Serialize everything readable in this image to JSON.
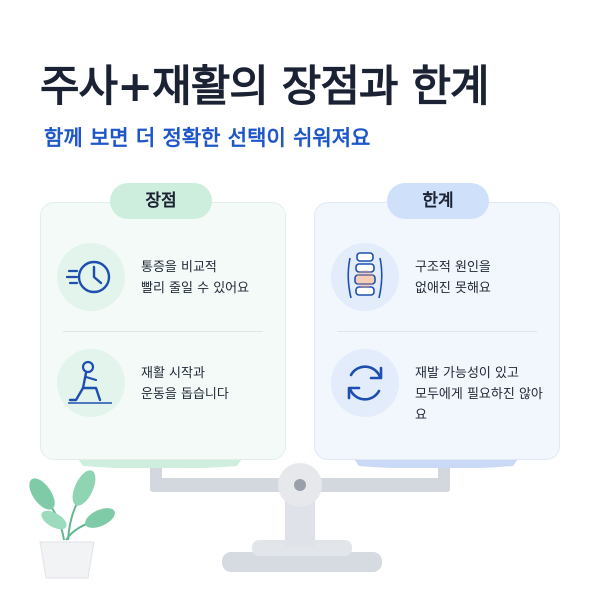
{
  "title": "주사+재활의 장점과 한계",
  "subtitle": "함께 보면 더 정확한 선택이 쉬워져요",
  "colors": {
    "accent_blue": "#1f57c9",
    "pros_green": "#cdeedd",
    "cons_blue": "#cfe0fb",
    "scale_gray": "#d9dde4"
  },
  "pros": {
    "heading": "장점",
    "items": [
      {
        "icon": "clock-icon",
        "line1": "통증을 비교적",
        "line2": "빨리 줄일 수 있어요"
      },
      {
        "icon": "lunge-exercise-icon",
        "line1": "재활 시작과",
        "line2": "운동을 돕습니다"
      }
    ]
  },
  "cons": {
    "heading": "한계",
    "items": [
      {
        "icon": "spine-icon",
        "line1": "구조적 원인을",
        "line2": "없애진 못해요"
      },
      {
        "icon": "refresh-cycle-icon",
        "line1": "재발 가능성이 있고",
        "line2": "모두에게 필요하진 않아요"
      }
    ]
  },
  "decor": {
    "plant": "potted-plant-icon",
    "scale": "balance-scale-icon"
  }
}
